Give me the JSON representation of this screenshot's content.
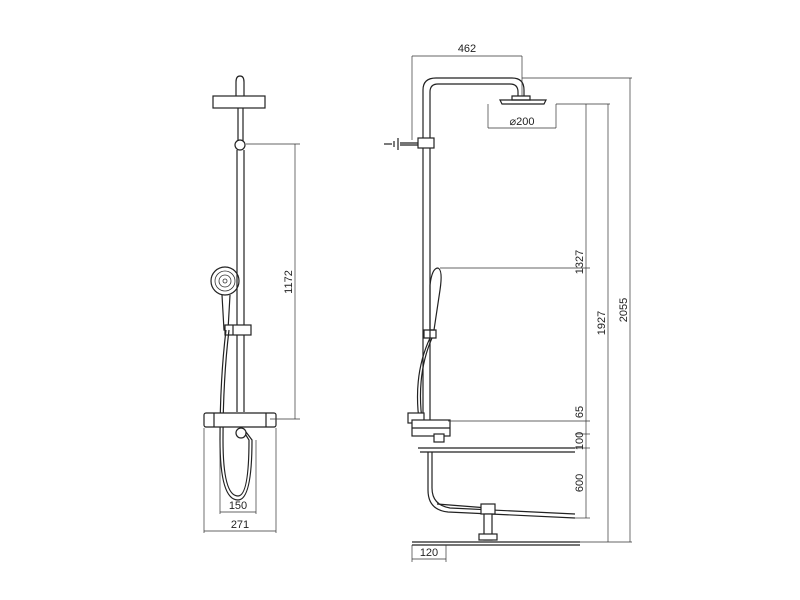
{
  "dimensions": {
    "arm_reach": "462",
    "head_diameter": "⌀200",
    "bar_height": "1172",
    "hand_spacing": "150",
    "total_width": "271",
    "hand_height": "1327",
    "head_height": "1927",
    "total_height": "2055",
    "mixer_gap": "65",
    "tub_rim": "100",
    "tub_height": "600",
    "wall_offset": "120"
  }
}
